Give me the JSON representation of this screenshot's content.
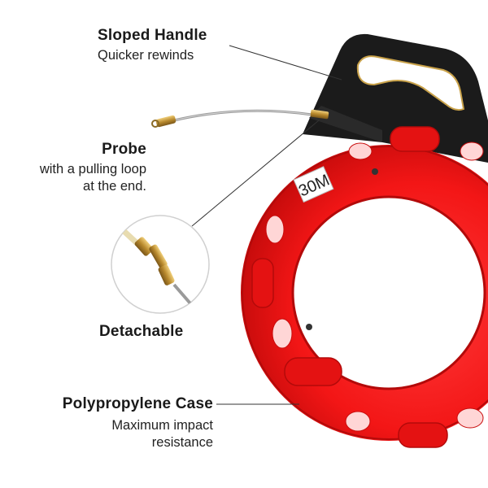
{
  "colors": {
    "case_red": "#ff1a1a",
    "case_dark_red": "#c80c0c",
    "handle_black": "#1b1b1b",
    "brass": "#b98a2e",
    "cable_grey": "#9a9a9a"
  },
  "reel_label": "30M",
  "callouts": {
    "handle": {
      "title": "Sloped Handle",
      "desc": "Quicker rewinds"
    },
    "probe": {
      "title": "Probe",
      "desc_line1": "with a pulling loop",
      "desc_line2": "at the end."
    },
    "detachable": {
      "title": "Detachable"
    },
    "case": {
      "title": "Polypropylene Case",
      "desc_line1": "Maximum impact",
      "desc_line2": "resistance"
    }
  }
}
